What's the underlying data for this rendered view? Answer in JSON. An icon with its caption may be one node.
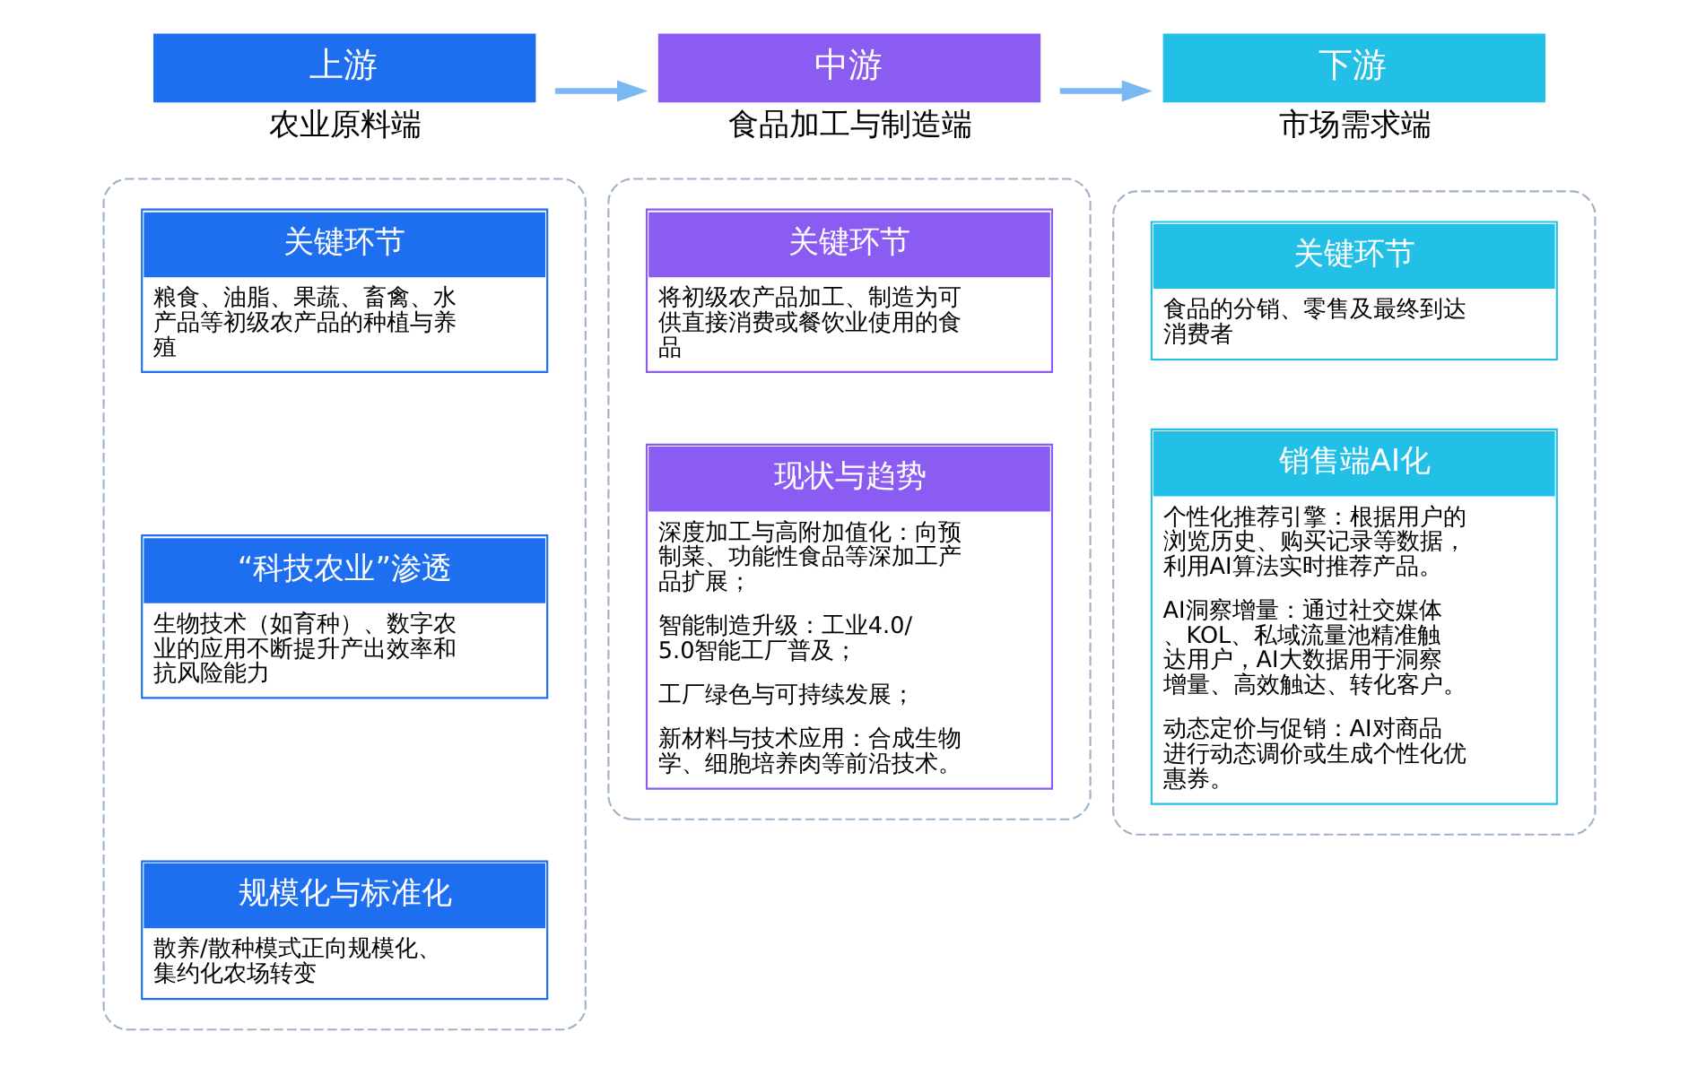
{
  "diagram": {
    "nodes": [
      {
        "text": [
          "上游",
          "农业原料端"
        ]
      },
      {
        "text": [
          "中游",
          "食品加工与制造端"
        ]
      },
      {
        "text": [
          "下游",
          "市场需求端"
        ]
      },
      {
        "text": [],
        "shape": "box"
      },
      {
        "text": [
          "关键环节",
          "粮食、油脂、果蔬、畜禽、水产品等初级农产品的种植与养殖"
        ],
        "in": 3
      },
      {
        "text": [
          "“科技农业”渗透",
          "生物技术（如育种）、数字农业的应用不断提升产出效率和抗风险能力"
        ],
        "in": 3
      },
      {
        "text": [
          "规模化与标准化",
          "散养/散种模式正向规模化、集约化农场转变"
        ],
        "in": 3
      },
      {
        "text": [],
        "shape": "box"
      },
      {
        "text": [
          "关键环节",
          "将初级农产品加工、制造为可供直接消费或餐饮业使用的食品"
        ],
        "in": 7
      },
      {
        "text": [
          "现状与趋势",
          "深度加工与高附加值化：向预制菜、功能性食品等深加工产品扩展；",
          "智能制造升级：工业4.0/5.0智能工厂普及；",
          "工厂绿色与可持续发展；",
          "新材料与技术应用：合成生物学、细胞培养肉等前沿技术。"
        ],
        "in": 7
      },
      {
        "text": [],
        "shape": "box"
      },
      {
        "text": [
          "关键环节",
          "食品的分销、零售及最终到达消费者"
        ],
        "in": 10
      },
      {
        "text": [
          "销售端AI化",
          "个性化推荐引擎：根据用户的浏览历史、购买记录等数据，利用AI算法实时推荐产品。",
          "AI洞察增量：通过社交媒体、KOL、私域流量池精准触达用户，AI大数据用于洞察增量、高效触达、转化客户。",
          "动态定价与促销：AI对商品进行动态调价或生成个性化优惠券。"
        ],
        "in": 10
      }
    ],
    "edges": [
      {
        "from": 0,
        "to": 1,
        "arrow": "to"
      },
      {
        "from": 1,
        "to": 2,
        "arrow": "to"
      }
    ]
  }
}
